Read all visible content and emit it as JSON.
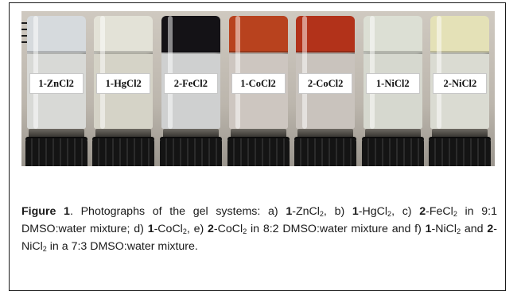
{
  "figure": {
    "vials": [
      {
        "label": "1-ZnCl2",
        "gel": "#d6dadd",
        "liquid": "#d8d9d6"
      },
      {
        "label": "1-HgCl2",
        "gel": "#e3e2d7",
        "liquid": "#d5d3c7"
      },
      {
        "label": "2-FeCl2",
        "gel": "#141216",
        "liquid": "#cfd0d0"
      },
      {
        "label": "1-CoCl2",
        "gel": "#b8421e",
        "liquid": "#cdc6c0"
      },
      {
        "label": "2-CoCl2",
        "gel": "#b2321a",
        "liquid": "#c9c3bd"
      },
      {
        "label": "1-NiCl2",
        "gel": "#dcdfd4",
        "liquid": "#d6d8cf"
      },
      {
        "label": "2-NiCl2",
        "gel": "#e4e1b7",
        "liquid": "#dadbd2"
      }
    ],
    "caption": {
      "figure_label": "Figure 1",
      "segments": [
        {
          "t": ". Photographs of the gel systems: a) ",
          "b": false,
          "s": false
        },
        {
          "t": "1",
          "b": true,
          "s": false
        },
        {
          "t": "-ZnCl",
          "b": false,
          "s": false
        },
        {
          "t": "2",
          "b": false,
          "s": true
        },
        {
          "t": ", b) ",
          "b": false,
          "s": false
        },
        {
          "t": "1",
          "b": true,
          "s": false
        },
        {
          "t": "-HgCl",
          "b": false,
          "s": false
        },
        {
          "t": "2",
          "b": false,
          "s": true
        },
        {
          "t": ", c) ",
          "b": false,
          "s": false
        },
        {
          "t": "2",
          "b": true,
          "s": false
        },
        {
          "t": "-FeCl",
          "b": false,
          "s": false
        },
        {
          "t": "2",
          "b": false,
          "s": true
        },
        {
          "t": " in 9:1 DMSO:water mixture; d) ",
          "b": false,
          "s": false
        },
        {
          "t": "1",
          "b": true,
          "s": false
        },
        {
          "t": "-CoCl",
          "b": false,
          "s": false
        },
        {
          "t": "2",
          "b": false,
          "s": true
        },
        {
          "t": ", e) ",
          "b": false,
          "s": false
        },
        {
          "t": "2",
          "b": true,
          "s": false
        },
        {
          "t": "-CoCl",
          "b": false,
          "s": false
        },
        {
          "t": "2",
          "b": false,
          "s": true
        },
        {
          "t": " in 8:2 DMSO:water mixture and f) ",
          "b": false,
          "s": false
        },
        {
          "t": "1",
          "b": true,
          "s": false
        },
        {
          "t": "-NiCl",
          "b": false,
          "s": false
        },
        {
          "t": "2",
          "b": false,
          "s": true
        },
        {
          "t": " and ",
          "b": false,
          "s": false
        },
        {
          "t": "2",
          "b": true,
          "s": false
        },
        {
          "t": "-NiCl",
          "b": false,
          "s": false
        },
        {
          "t": "2",
          "b": false,
          "s": true
        },
        {
          "t": " in a 7:3 DMSO:water mixture.",
          "b": false,
          "s": false
        }
      ]
    }
  }
}
